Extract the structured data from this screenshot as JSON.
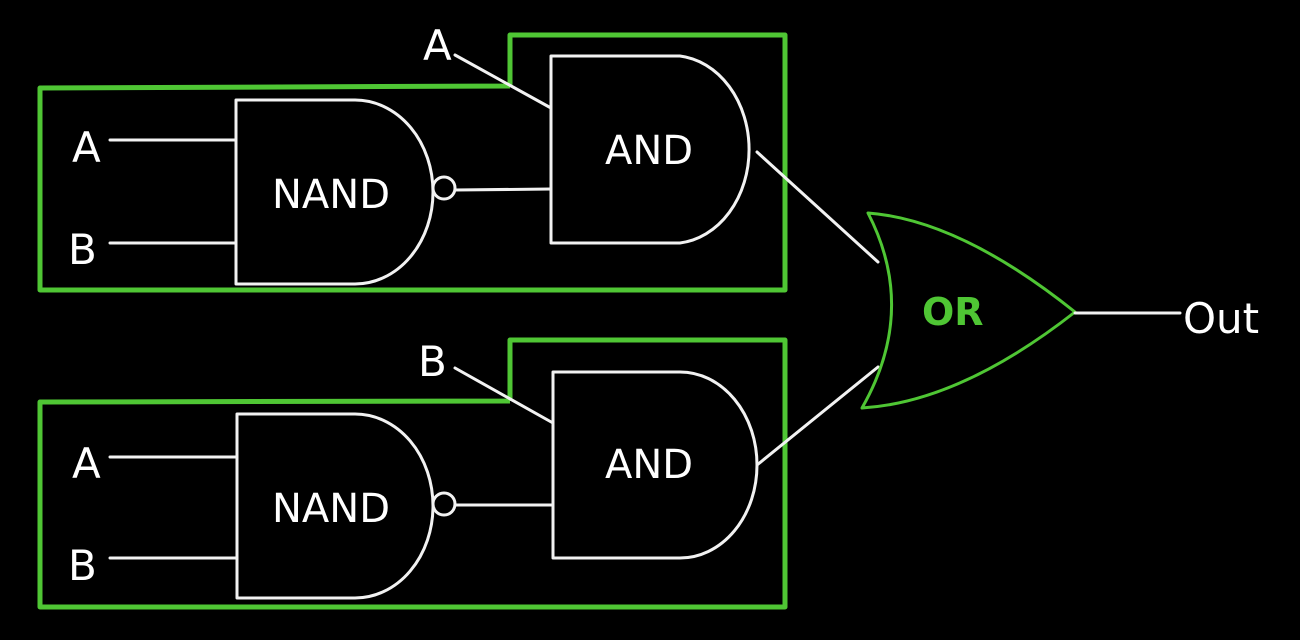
{
  "colors": {
    "background": "#000000",
    "wire": "#f2f2f2",
    "group_outline": "#4fc634",
    "or_gate": "#4fc634"
  },
  "top": {
    "nand": {
      "label": "NAND",
      "input_a": "A",
      "input_b": "B"
    },
    "and": {
      "label": "AND",
      "input": "A"
    }
  },
  "bottom": {
    "nand": {
      "label": "NAND",
      "input_a": "A",
      "input_b": "B"
    },
    "and": {
      "label": "AND",
      "input": "B"
    }
  },
  "or_gate": {
    "label": "OR"
  },
  "output": {
    "label": "Out"
  }
}
